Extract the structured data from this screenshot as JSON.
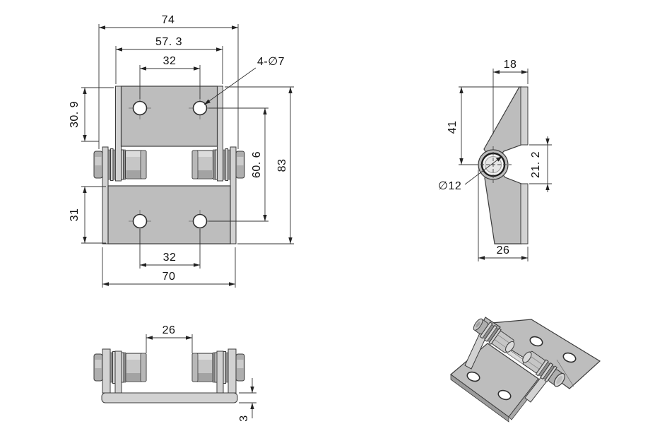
{
  "drawing_title": "hinge-technical-drawing",
  "colors": {
    "background": "#ffffff",
    "plate_gray": "#bdbdbd",
    "edge_light_gray": "#d2d2d2",
    "outline": "#3c3c3c",
    "dimension_line": "#333333",
    "text": "#111111"
  },
  "front_view": {
    "overall_width": "74",
    "knuckle_outer_width": "57. 3",
    "top_hole_pitch": "32",
    "hole_callout": "4-∅7",
    "top_leaf_height": "30. 9",
    "bottom_leaf_height": "31",
    "hole_row_span": "60. 6",
    "overall_height": "83",
    "bottom_hole_pitch": "32",
    "bottom_leaf_width": "70"
  },
  "side_view": {
    "top_leaf_depth": "18",
    "pivot_height": "41",
    "leaf_gap": "21. 2",
    "pin_diameter": "∅12",
    "bottom_leaf_depth": "26"
  },
  "bottom_view": {
    "inner_clearance": "26",
    "plate_thickness": "3"
  }
}
